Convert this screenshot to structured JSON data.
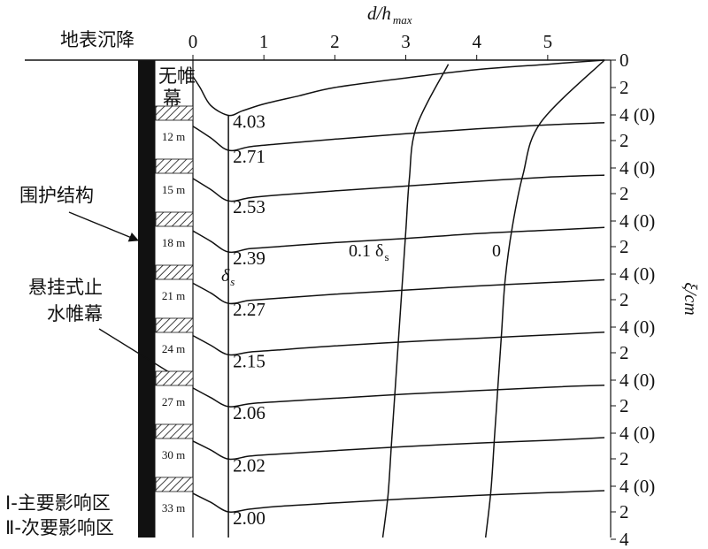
{
  "chart_data": {
    "type": "line",
    "xlabel": "d/h",
    "xlabel_sub": "max",
    "xticks": [
      "0",
      "1",
      "2",
      "3",
      "4",
      "5"
    ],
    "xlim": [
      0,
      5.8
    ],
    "ylabel": "ξ/cm",
    "yticks_per_band": [
      "0",
      "2",
      "4 (0)"
    ],
    "left_label": "地表沉降",
    "wall_label": "围护结构",
    "curtain_label_line1": "悬挂式止",
    "curtain_label_line2": "水帷幕",
    "legend_line1": "Ⅰ-主要影响区",
    "legend_line2": "Ⅱ-次要影响区",
    "delta_label": "δ",
    "delta_sub": "s",
    "contour_01_label": "0.1 δ",
    "contour_01_sub": "s",
    "contour_0_label": "0",
    "series": [
      {
        "name": "无帷幕",
        "curtain_text": "无帷\n幕",
        "peak_x": 0.5,
        "peak_label": "4.03",
        "x": [
          0,
          0.1,
          0.25,
          0.5,
          0.7,
          1.0,
          1.5,
          2.0,
          3.0,
          4.0,
          5.0,
          5.8
        ],
        "y": [
          1.2,
          2.0,
          3.3,
          4.03,
          3.7,
          3.2,
          2.6,
          2.0,
          1.3,
          0.7,
          0.3,
          0
        ]
      },
      {
        "name": "12 m",
        "peak_x": 0.5,
        "peak_label": "2.71",
        "x": [
          0,
          0.25,
          0.5,
          0.8,
          1.2,
          2.0,
          3.0,
          4.0,
          5.0,
          5.8
        ],
        "y": [
          0.95,
          1.8,
          2.71,
          2.45,
          2.25,
          1.9,
          1.5,
          1.15,
          0.85,
          0.7
        ]
      },
      {
        "name": "15 m",
        "peak_x": 0.5,
        "peak_label": "2.53",
        "x": [
          0,
          0.25,
          0.5,
          0.8,
          1.2,
          2.0,
          3.0,
          4.0,
          5.0,
          5.8
        ],
        "y": [
          0.9,
          1.7,
          2.53,
          2.3,
          2.1,
          1.8,
          1.45,
          1.1,
          0.8,
          0.65
        ]
      },
      {
        "name": "18 m",
        "peak_x": 0.5,
        "peak_label": "2.39",
        "x": [
          0,
          0.25,
          0.5,
          0.8,
          1.2,
          2.0,
          3.0,
          4.0,
          5.0,
          5.8
        ],
        "y": [
          0.85,
          1.6,
          2.39,
          2.15,
          2.0,
          1.7,
          1.4,
          1.05,
          0.8,
          0.6
        ]
      },
      {
        "name": "21 m",
        "peak_x": 0.5,
        "peak_label": "2.27",
        "x": [
          0,
          0.25,
          0.5,
          0.8,
          1.2,
          2.0,
          3.0,
          4.0,
          5.0,
          5.8
        ],
        "y": [
          0.8,
          1.5,
          2.27,
          2.05,
          1.9,
          1.6,
          1.3,
          1.0,
          0.75,
          0.55
        ]
      },
      {
        "name": "24 m",
        "peak_x": 0.5,
        "peak_label": "2.15",
        "x": [
          0,
          0.25,
          0.5,
          0.8,
          1.2,
          2.0,
          3.0,
          4.0,
          5.0,
          5.8
        ],
        "y": [
          0.75,
          1.45,
          2.15,
          1.95,
          1.8,
          1.5,
          1.2,
          0.95,
          0.7,
          0.5
        ]
      },
      {
        "name": "27 m",
        "peak_x": 0.5,
        "peak_label": "2.06",
        "x": [
          0,
          0.25,
          0.5,
          0.8,
          1.2,
          2.0,
          3.0,
          4.0,
          5.0,
          5.8
        ],
        "y": [
          0.7,
          1.4,
          2.06,
          1.85,
          1.7,
          1.45,
          1.15,
          0.9,
          0.65,
          0.5
        ]
      },
      {
        "name": "30 m",
        "peak_x": 0.5,
        "peak_label": "2.02",
        "x": [
          0,
          0.25,
          0.5,
          0.8,
          1.2,
          2.0,
          3.0,
          4.0,
          5.0,
          5.8
        ],
        "y": [
          0.7,
          1.35,
          2.02,
          1.8,
          1.65,
          1.4,
          1.1,
          0.85,
          0.65,
          0.45
        ]
      },
      {
        "name": "33 m",
        "peak_x": 0.5,
        "peak_label": "2.00",
        "x": [
          0,
          0.25,
          0.5,
          0.8,
          1.2,
          2.0,
          3.0,
          4.0,
          5.0,
          5.8
        ],
        "y": [
          0.65,
          1.3,
          2.0,
          1.8,
          1.6,
          1.35,
          1.05,
          0.8,
          0.6,
          0.45
        ]
      }
    ],
    "contours": [
      {
        "name": "δs",
        "x": [
          0.5,
          0.5,
          0.5,
          0.5,
          0.5,
          0.5,
          0.5,
          0.5,
          0.5
        ]
      },
      {
        "name": "0.1 δs",
        "x": [
          3.6,
          3.15,
          3.05,
          3.0,
          2.95,
          2.9,
          2.85,
          2.8,
          2.75
        ]
      },
      {
        "name": "0",
        "x": [
          5.8,
          4.9,
          4.65,
          4.5,
          4.4,
          4.35,
          4.3,
          4.25,
          4.2
        ]
      }
    ]
  }
}
